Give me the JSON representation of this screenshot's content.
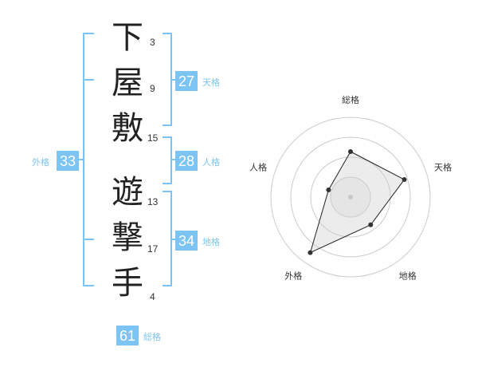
{
  "accent_color": "#7cc4f4",
  "name": {
    "characters": [
      {
        "char": "下",
        "strokes": "3"
      },
      {
        "char": "屋",
        "strokes": "9"
      },
      {
        "char": "敷",
        "strokes": "15"
      },
      {
        "char": "遊",
        "strokes": "13"
      },
      {
        "char": "撃",
        "strokes": "17"
      },
      {
        "char": "手",
        "strokes": "4"
      }
    ]
  },
  "fortune": {
    "tenkaku": {
      "value": "27",
      "label": "天格"
    },
    "jinkaku": {
      "value": "28",
      "label": "人格"
    },
    "chikaku": {
      "value": "34",
      "label": "地格"
    },
    "gaikaku": {
      "value": "33",
      "label": "外格"
    },
    "soukaku": {
      "value": "61",
      "label": "総格"
    }
  },
  "chart_data": {
    "type": "radar",
    "axes": [
      "総格",
      "天格",
      "地格",
      "外格",
      "人格"
    ],
    "values": [
      0.57,
      0.71,
      0.43,
      0.86,
      0.29
    ],
    "rings": 4,
    "max": 1
  }
}
